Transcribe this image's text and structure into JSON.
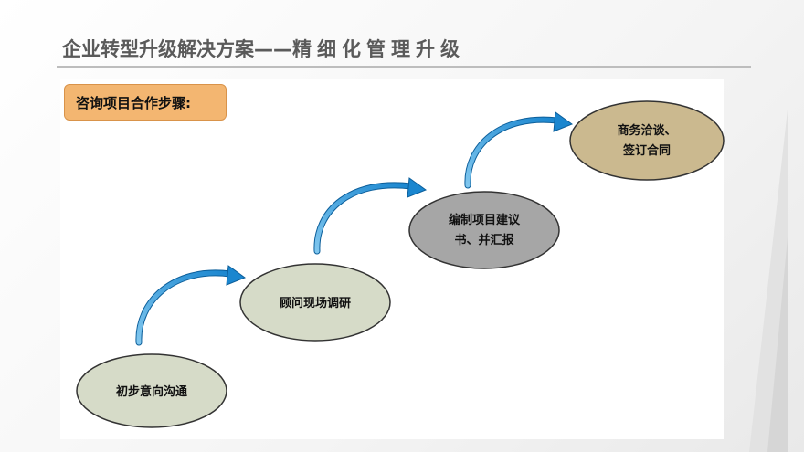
{
  "header": {
    "title_main": "企业转型升级解决方案——",
    "title_sub": "精细化管理升级"
  },
  "label": "咨询项目合作步骤:",
  "steps": [
    {
      "line1": "初步意向沟通",
      "line2": "",
      "color": "#d6dbc8"
    },
    {
      "line1": "顾问现场调研",
      "line2": "",
      "color": "#d6dbc8"
    },
    {
      "line1": "编制项目建议",
      "line2": "书、并汇报",
      "color": "#a6a6a6"
    },
    {
      "line1": "商务洽谈、",
      "line2": "签订合同",
      "color": "#cbb98f"
    }
  ],
  "colors": {
    "arrow": "#1f8fd2",
    "arrow_dark": "#0b5e9a",
    "ellipse_stroke": "#333333"
  }
}
